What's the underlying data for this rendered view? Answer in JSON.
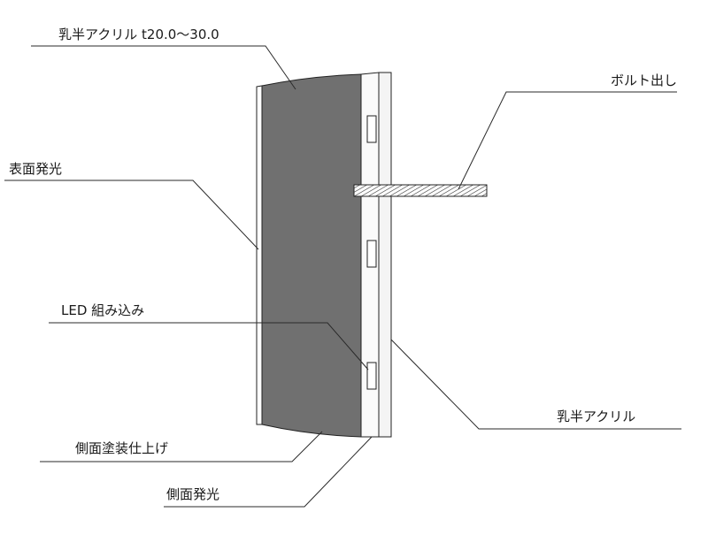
{
  "labels": {
    "top_acrylic": "乳半アクリル t20.0〜30.0",
    "bolt": "ボルト出し",
    "surface_light": "表面発光",
    "led": "LED 組み込み",
    "back_acrylic": "乳半アクリル",
    "side_paint": "側面塗装仕上げ",
    "side_light": "側面発光"
  },
  "colors": {
    "acrylic_face": "#707070",
    "panel_light": "#f2f2f2",
    "line": "#222222"
  }
}
